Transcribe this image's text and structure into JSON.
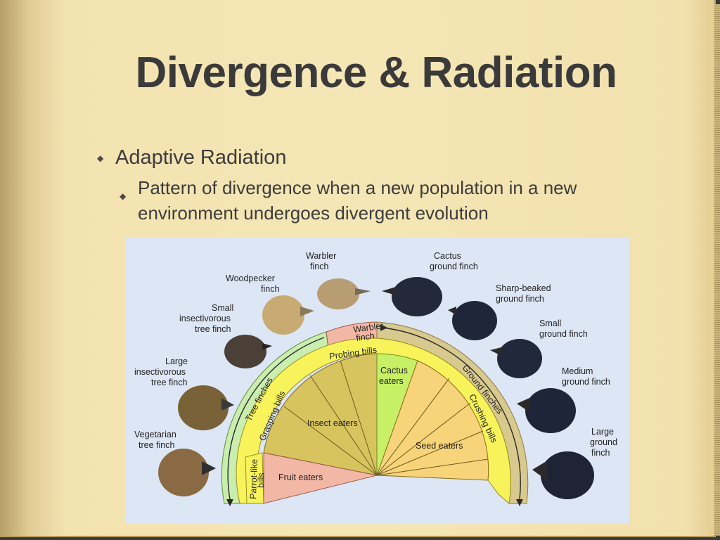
{
  "slide": {
    "title": "Divergence & Radiation",
    "bullet_1": "Adaptive Radiation",
    "bullet_2_line_1": "Pattern of divergence when a new population in a new",
    "bullet_2_line_2": "environment undergoes divergent evolution"
  },
  "figure": {
    "finches": {
      "warbler": [
        "Warbler",
        "finch"
      ],
      "cactus": [
        "Cactus",
        "ground finch"
      ],
      "woodpecker": [
        "Woodpecker",
        "finch"
      ],
      "sharp_beaked": [
        "Sharp-beaked",
        "ground finch"
      ],
      "small_insectivorous": [
        "Small",
        "insectivorous",
        "tree finch"
      ],
      "small_ground": [
        "Small",
        "ground finch"
      ],
      "large_insectivorous": [
        "Large",
        "insectivorous",
        "tree finch"
      ],
      "medium_ground": [
        "Medium",
        "ground finch"
      ],
      "vegetarian": [
        "Vegetarian",
        "tree finch"
      ],
      "large_ground": [
        "Large",
        "ground",
        "finch"
      ]
    },
    "outer_ring": {
      "tree_finches": "Tree finches",
      "ground_finches": "Ground finches",
      "warbler_finch": [
        "Warbler",
        "finch"
      ]
    },
    "bill_ring": {
      "probing": "Probing bills",
      "grasping": "Grasping bills",
      "crushing": "Crushing bills",
      "parrot_like": [
        "Parrot-like",
        "bills"
      ]
    },
    "diets": {
      "insect": "Insect eaters",
      "cactus": [
        "Cactus",
        "eaters"
      ],
      "seed": "Seed eaters",
      "fruit": "Fruit eaters"
    },
    "colors": {
      "tree_band": "#c9eeb0",
      "ground_band": "#d8c98e",
      "warbler_band": "#f2b7a5",
      "bill_band": "#f8f35a",
      "insect_fill": "#d8c45e",
      "cactus_fill": "#c7f066",
      "seed_fill": "#f7d479",
      "fruit_fill": "#f2b7a5"
    }
  }
}
